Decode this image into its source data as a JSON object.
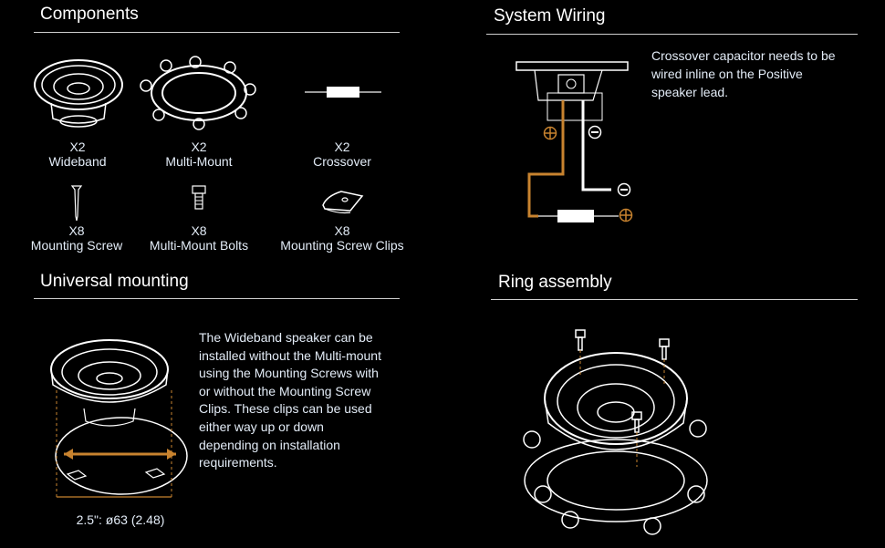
{
  "sections": {
    "components": {
      "title": "Components",
      "items": [
        {
          "qty": "X2",
          "name": "Wideband",
          "icon": "wideband-speaker-icon"
        },
        {
          "qty": "X2",
          "name": "Multi-Mount",
          "icon": "multi-mount-icon"
        },
        {
          "qty": "X2",
          "name": "Crossover",
          "icon": "crossover-icon"
        },
        {
          "qty": "X8",
          "name": "Mounting Screw",
          "icon": "screw-icon"
        },
        {
          "qty": "X8",
          "name": "Multi-Mount Bolts",
          "icon": "bolt-icon"
        },
        {
          "qty": "X8",
          "name": "Mounting Screw Clips",
          "icon": "clip-icon"
        }
      ]
    },
    "wiring": {
      "title": "System Wiring",
      "text_lines": [
        "Crossover capacitor needs to be",
        "wired inline on the Positive",
        "speaker lead."
      ]
    },
    "mounting": {
      "title": "Universal mounting",
      "text_lines": [
        "The Wideband speaker can be",
        "installed without the Multi-mount",
        "using the Mounting Screws with",
        "or without the Mounting Screw",
        "Clips. These clips can be used",
        "either way up or down",
        "depending on installation",
        "requirements."
      ],
      "dimension": "2.5\": ø63 (2.48)"
    },
    "ring": {
      "title": "Ring assembly"
    }
  },
  "colors": {
    "accent": "#c8832f",
    "text": "#e3ecf7",
    "background": "#000000"
  }
}
